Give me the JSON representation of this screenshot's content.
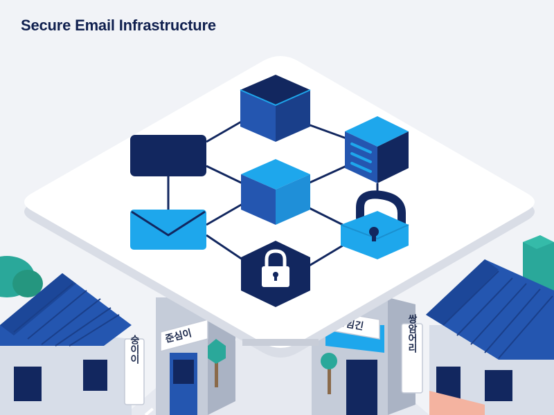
{
  "title": "Secure Email Infrastructure",
  "signs": {
    "left_vertical": "숭이이",
    "center_left": "준심이",
    "center_right": "승임긴",
    "right_vertical": "쌍암어리"
  },
  "colors": {
    "navy": "#12275f",
    "royal_blue": "#2456b0",
    "light_blue": "#1ea7ec",
    "background": "#f1f3f7",
    "platform": "#ffffff",
    "teal": "#2aa89a"
  },
  "nodes": [
    {
      "id": "cube-top",
      "icon": "cube-icon"
    },
    {
      "id": "cube-center",
      "icon": "cube-icon"
    },
    {
      "id": "server",
      "icon": "server-icon"
    },
    {
      "id": "message-box",
      "icon": "message-box-icon"
    },
    {
      "id": "email",
      "icon": "envelope-icon"
    },
    {
      "id": "padlock",
      "icon": "padlock-icon"
    },
    {
      "id": "secure-hexagon",
      "icon": "lock-hexagon-icon"
    }
  ]
}
